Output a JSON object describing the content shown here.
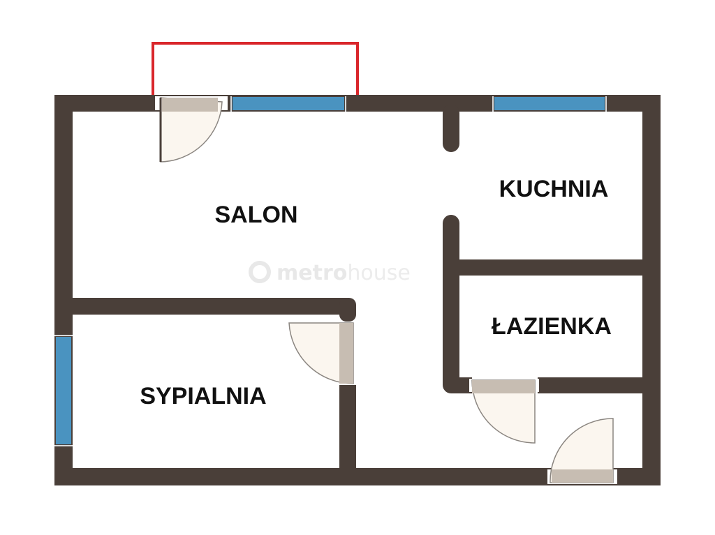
{
  "rooms": {
    "salon": "SALON",
    "kuchnia": "KUCHNIA",
    "lazienka": "ŁAZIENKA",
    "sypialnia": "SYPIALNIA"
  },
  "watermark": {
    "bold": "metro",
    "light": "house"
  },
  "colors": {
    "wall": "#4a3f39",
    "window": "#4a93c0",
    "door_leaf": "#c7bdb2",
    "door_swing": "#fbf6ef",
    "balcony": "#d9262b"
  }
}
